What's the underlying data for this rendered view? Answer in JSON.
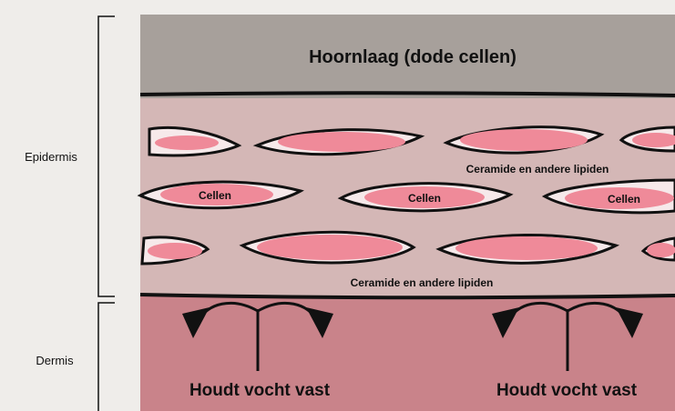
{
  "labels": {
    "stratum_corneum": "Hoornlaag (dode cellen)",
    "epidermis": "Epidermis",
    "dermis": "Dermis",
    "lipids_top": "Ceramide en andere lipiden",
    "lipids_bottom": "Ceramide en andere lipiden",
    "cell_1": "Cellen",
    "cell_2": "Cellen",
    "cell_3": "Cellen",
    "holds_moisture_left": "Houdt vocht vast",
    "holds_moisture_right": "Houdt vocht vast"
  },
  "colors": {
    "background": "#efedea",
    "stratum_corneum": "#a7a09b",
    "epidermis": "#d4b7b6",
    "dermis": "#c9838a",
    "cell_fill": "#ef8a99",
    "cell_core": "#e56f82",
    "outline": "#111111"
  }
}
